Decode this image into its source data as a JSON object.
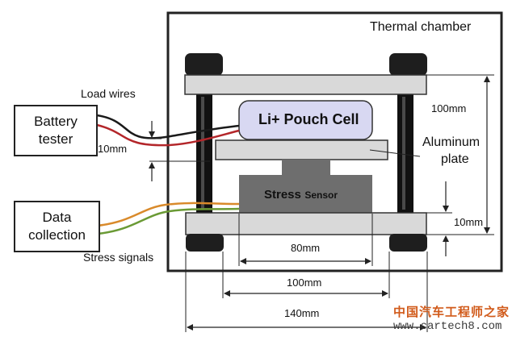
{
  "chamber": {
    "label": "Thermal chamber"
  },
  "tester": {
    "line1": "Battery",
    "line2": "tester"
  },
  "collector": {
    "line1": "Data",
    "line2": "collection"
  },
  "labels": {
    "load_wires": "Load wires",
    "stress_signals": "Stress signals",
    "cell": "Li+ Pouch Cell",
    "plate_line1": "Aluminum",
    "plate_line2": "plate",
    "sensor_main": "Stress",
    "sensor_sub": "Sensor"
  },
  "dimensions": {
    "wire_gap": "10mm",
    "frame_height": "100mm",
    "plate_thickness": "10mm",
    "plate_width": "80mm",
    "post_spacing": "100mm",
    "overall_width": "140mm"
  },
  "watermark": {
    "cn": "中国汽车工程师之家",
    "url": "www.cartech8.com"
  },
  "colors": {
    "post": "#111111",
    "plate": "#d9d9d9",
    "cell": "#d8d8f2",
    "sensor": "#6e6e6e",
    "wire_black": "#1a1a1a",
    "wire_red": "#b3262a",
    "wire_orange": "#d98a2b",
    "wire_green": "#6a9a35"
  }
}
